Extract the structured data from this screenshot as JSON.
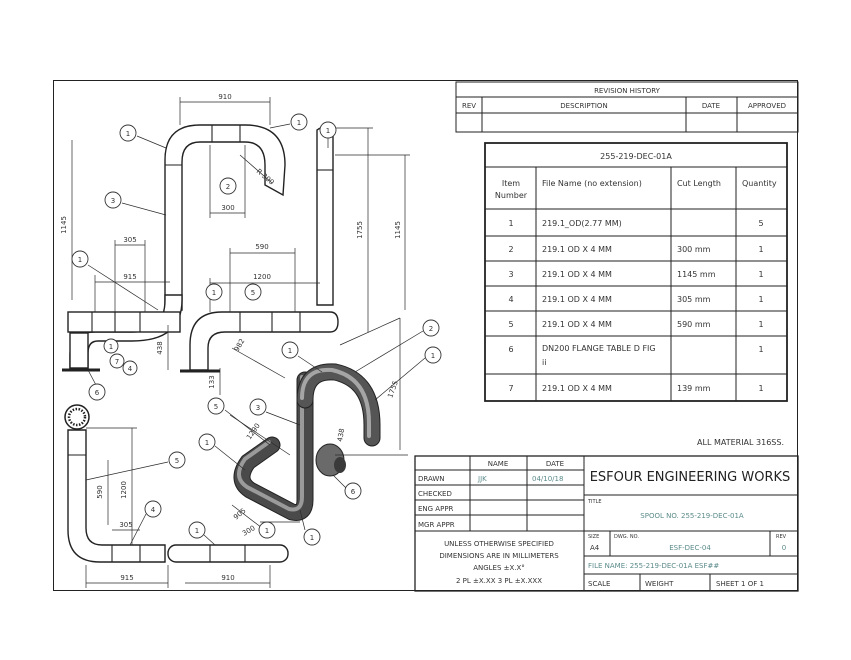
{
  "revision": {
    "title": "REVISION HISTORY",
    "headers": [
      "REV",
      "DESCRIPTION",
      "DATE",
      "APPROVED"
    ]
  },
  "bom": {
    "title": "255-219-DEC-01A",
    "headers": [
      "Item Number",
      "File Name (no extension)",
      "Cut Length",
      "Quantity"
    ],
    "header_item_1": "Item",
    "header_item_2": "Number",
    "rows": [
      {
        "item": "1",
        "file": "219.1_OD(2.77 MM)",
        "cut": "",
        "qty": "5"
      },
      {
        "item": "2",
        "file": "219.1 OD X 4 MM",
        "cut": "300 mm",
        "qty": "1"
      },
      {
        "item": "3",
        "file": "219.1 OD X 4 MM",
        "cut": "1145 mm",
        "qty": "1"
      },
      {
        "item": "4",
        "file": "219.1 OD X 4 MM",
        "cut": "305 mm",
        "qty": "1"
      },
      {
        "item": "5",
        "file": "219.1 OD X 4 MM",
        "cut": "590 mm",
        "qty": "1"
      },
      {
        "item": "6",
        "file_1": "DN200 FLANGE TABLE D FIG",
        "file_2": "ii",
        "cut": "",
        "qty": "1"
      },
      {
        "item": "7",
        "file": "219.1 OD X 4 MM",
        "cut": "139 mm",
        "qty": "1"
      }
    ]
  },
  "material_note": "ALL MATERIAL 316SS.",
  "title_block": {
    "name_header": "NAME",
    "date_header": "DATE",
    "drawn_label": "DRAWN",
    "drawn_name": "JJK",
    "drawn_date": "04/10/18",
    "checked_label": "CHECKED",
    "eng_appr_label": "ENG APPR",
    "mgr_appr_label": "MGR APPR",
    "tolerance_1": "UNLESS OTHERWISE SPECIFIED",
    "tolerance_2": "DIMENSIONS ARE IN MILLIMETERS",
    "tolerance_3": "ANGLES ±X.X°",
    "tolerance_4": "2 PL ±X.XX 3 PL ±X.XXX",
    "company": "ESFOUR ENGINEERING WORKS",
    "title_label": "TITLE",
    "title_value": "SPOOL NO. 255-219-DEC-01A",
    "size_label": "SIZE",
    "size_value": "A4",
    "dwg_label": "DWG. NO.",
    "dwg_value": "ESF-DEC-04",
    "rev_label": "REV",
    "rev_value": "0",
    "file_name": "FILE NAME: 255-219-DEC-01A ESF##",
    "scale_label": "SCALE",
    "weight_label": "WEIGHT",
    "sheet": "SHEET 1 OF 1"
  },
  "dimensions": {
    "d910_top": "910",
    "d300": "300",
    "r300": "R 300",
    "d1145_left": "1145",
    "d305_a": "305",
    "d915_a": "915",
    "d590": "590",
    "d1200": "1200",
    "d1755": "1755",
    "d1145_right": "1145",
    "d438": "438",
    "d133": "133",
    "d590_low": "590",
    "d1200_low": "1200",
    "d305_low": "305",
    "d915_low": "915",
    "d910_low": "910",
    "iso_1755": "1755",
    "iso_982": "982",
    "iso_1290": "1290",
    "iso_438": "438",
    "iso_905": "905",
    "iso_300": "300"
  },
  "balloons": {
    "b1": "1",
    "b2": "2",
    "b3": "3",
    "b4": "4",
    "b5": "5",
    "b6": "6",
    "b7": "7"
  },
  "colors": {
    "line": "#222222",
    "teal_text": "#5c8b8b",
    "shade_dark": "#4a4a4a",
    "shade_light": "#9a9a9a"
  }
}
